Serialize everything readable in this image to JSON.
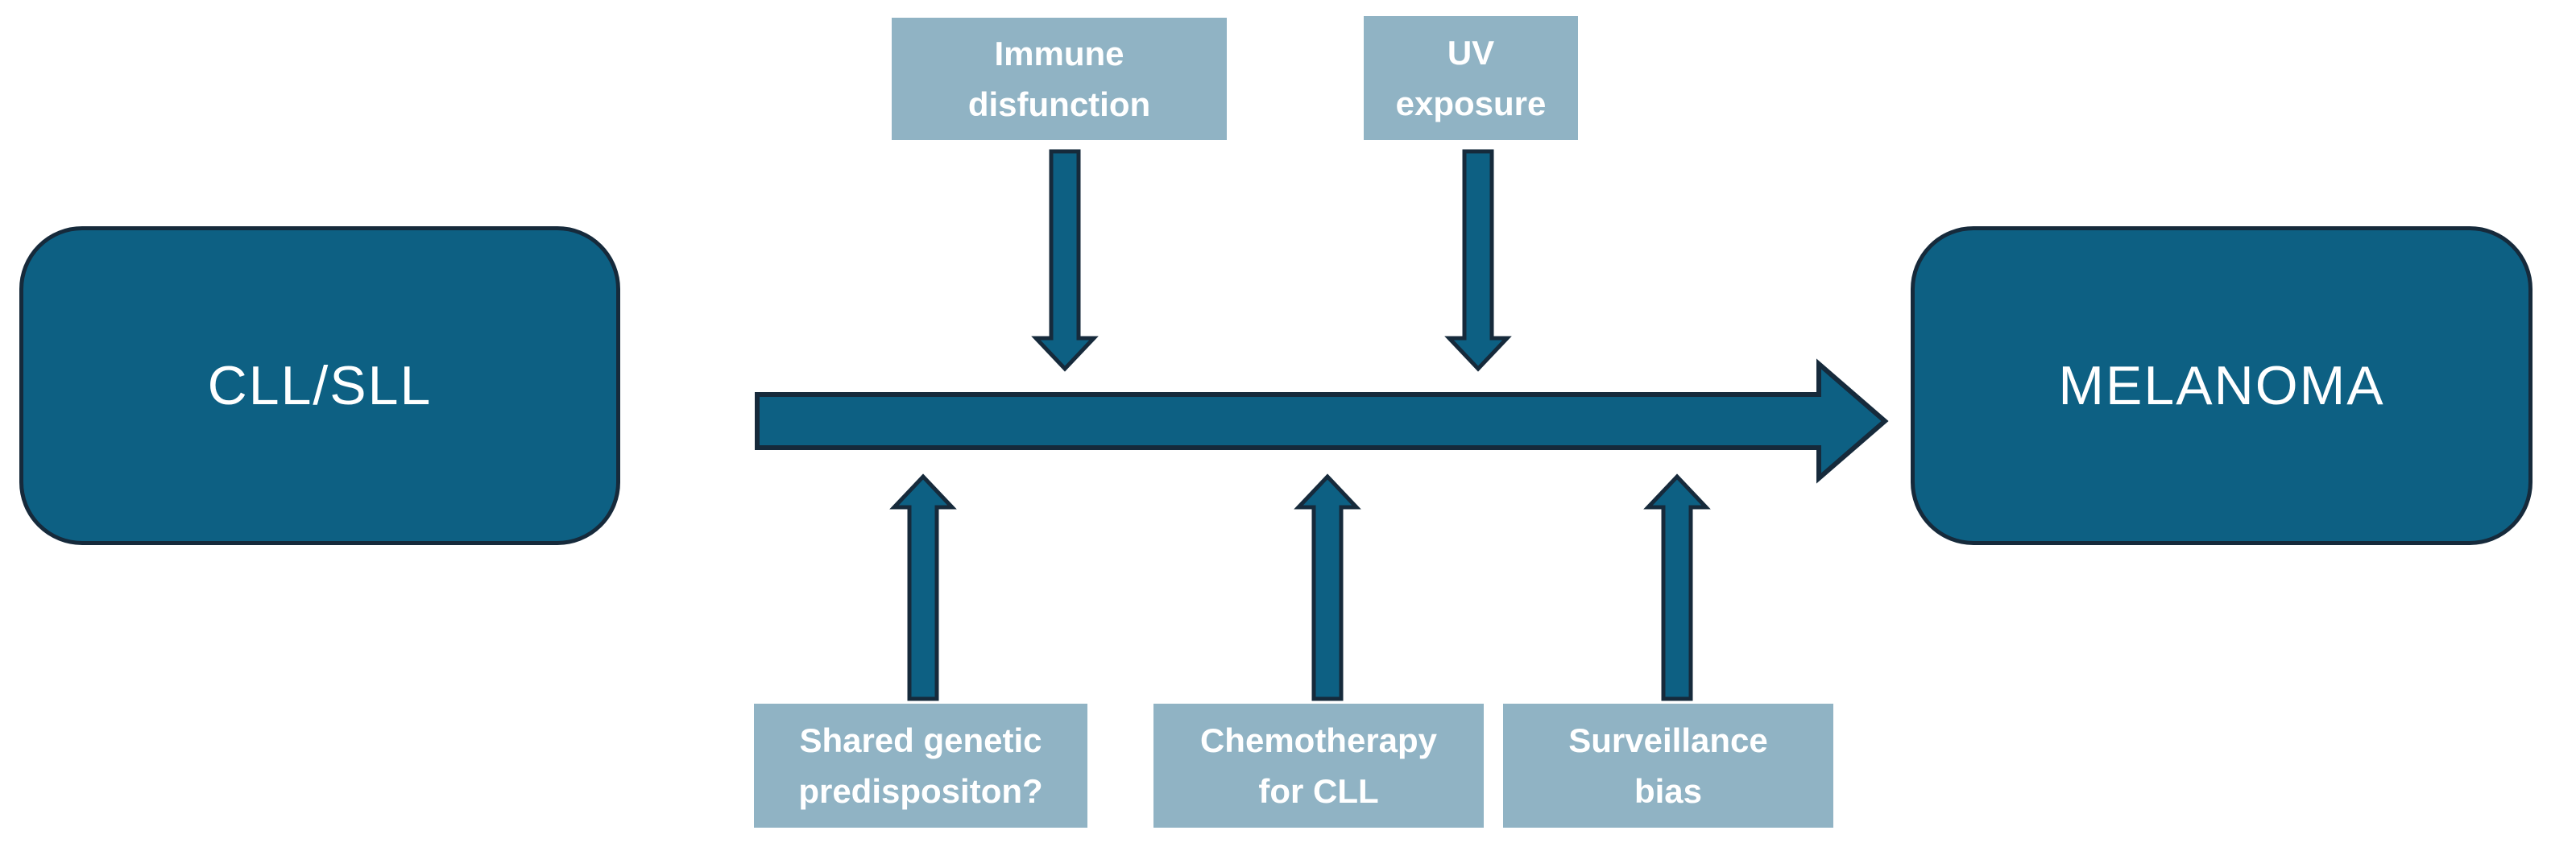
{
  "colors": {
    "node_fill": "#0d6083",
    "node_border": "#162a3b",
    "factor_fill": "#90b3c4",
    "arrow_fill": "#0d6083",
    "arrow_outline": "#162a3b",
    "text_on_dark": "#ffffff",
    "background": "#ffffff"
  },
  "nodes": {
    "source": {
      "label": "CLL/SLL"
    },
    "target": {
      "label": "MELANOMA"
    }
  },
  "factors": {
    "top": [
      {
        "line1": "Immune",
        "line2": "disfunction"
      },
      {
        "line1": "UV",
        "line2": "exposure"
      }
    ],
    "bottom": [
      {
        "line1": "Shared genetic",
        "line2": "predispositon?"
      },
      {
        "line1": "Chemotherapy",
        "line2": "for CLL"
      },
      {
        "line1": "Surveillance",
        "line2": "bias"
      }
    ]
  }
}
